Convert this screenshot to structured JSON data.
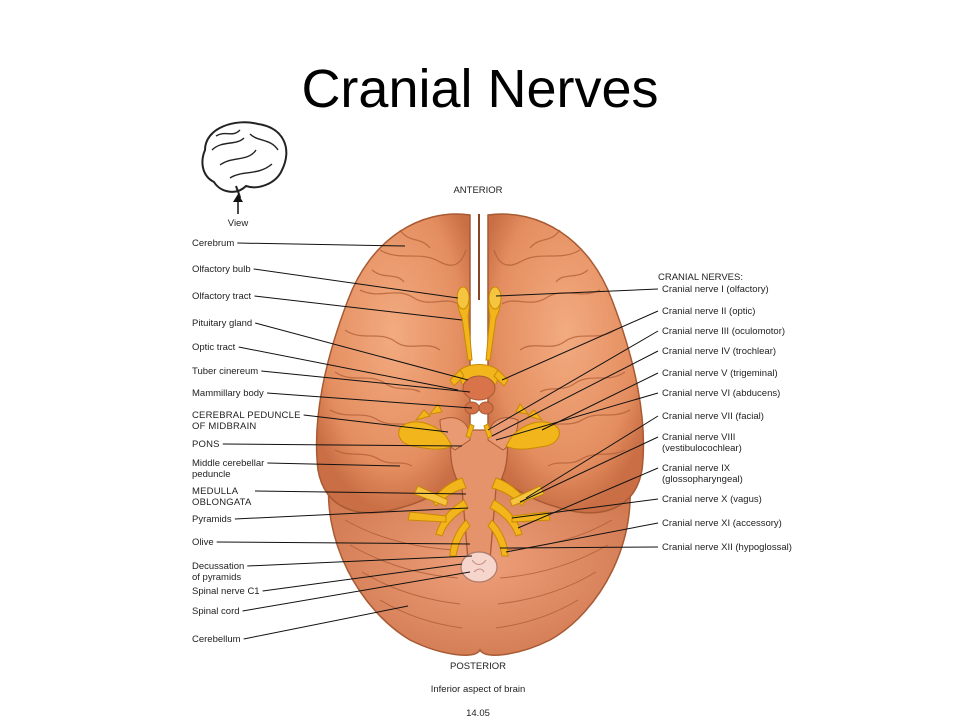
{
  "title": "Cranial Nerves",
  "header": {
    "orientation_top": "ANTERIOR",
    "orientation_bottom": "POSTERIOR"
  },
  "inset": {
    "view_label": "View"
  },
  "left_labels": [
    {
      "id": "cerebrum",
      "lines": [
        "Cerebrum"
      ]
    },
    {
      "id": "olfactory-bulb",
      "lines": [
        "Olfactory bulb"
      ]
    },
    {
      "id": "olfactory-tract",
      "lines": [
        "Olfactory tract"
      ]
    },
    {
      "id": "pituitary-gland",
      "lines": [
        "Pituitary gland"
      ]
    },
    {
      "id": "optic-tract",
      "lines": [
        "Optic tract"
      ]
    },
    {
      "id": "tuber-cinereum",
      "lines": [
        "Tuber cinereum"
      ]
    },
    {
      "id": "mammillary-body",
      "lines": [
        "Mammillary body"
      ]
    },
    {
      "id": "cerebral-peduncle",
      "lines": [
        "CEREBRAL PEDUNCLE",
        "OF MIDBRAIN"
      ]
    },
    {
      "id": "pons",
      "lines": [
        "PONS"
      ]
    },
    {
      "id": "middle-cerebellar-peduncle",
      "lines": [
        "Middle cerebellar",
        "peduncle"
      ]
    },
    {
      "id": "medulla-oblongata",
      "lines": [
        "MEDULLA",
        "OBLONGATA"
      ]
    },
    {
      "id": "pyramids",
      "lines": [
        "Pyramids"
      ]
    },
    {
      "id": "olive",
      "lines": [
        "Olive"
      ]
    },
    {
      "id": "decussation",
      "lines": [
        "Decussation",
        "of pyramids"
      ]
    },
    {
      "id": "spinal-nerve-c1",
      "lines": [
        "Spinal nerve C1"
      ]
    },
    {
      "id": "spinal-cord",
      "lines": [
        "Spinal cord"
      ]
    },
    {
      "id": "cerebellum",
      "lines": [
        "Cerebellum"
      ]
    }
  ],
  "right_heading": "CRANIAL NERVES:",
  "right_labels": [
    {
      "id": "cn-1",
      "lines": [
        "Cranial nerve I (olfactory)"
      ]
    },
    {
      "id": "cn-2",
      "lines": [
        "Cranial nerve II (optic)"
      ]
    },
    {
      "id": "cn-3",
      "lines": [
        "Cranial nerve III (oculomotor)"
      ]
    },
    {
      "id": "cn-4",
      "lines": [
        "Cranial nerve IV (trochlear)"
      ]
    },
    {
      "id": "cn-5",
      "lines": [
        "Cranial nerve V (trigeminal)"
      ]
    },
    {
      "id": "cn-6",
      "lines": [
        "Cranial nerve VI (abducens)"
      ]
    },
    {
      "id": "cn-7",
      "lines": [
        "Cranial nerve VII (facial)"
      ]
    },
    {
      "id": "cn-8",
      "lines": [
        "Cranial nerve VIII",
        "(vestibulocochlear)"
      ]
    },
    {
      "id": "cn-9",
      "lines": [
        "Cranial nerve IX",
        "(glossopharyngeal)"
      ]
    },
    {
      "id": "cn-10",
      "lines": [
        "Cranial nerve X (vagus)"
      ]
    },
    {
      "id": "cn-11",
      "lines": [
        "Cranial nerve XI (accessory)"
      ]
    },
    {
      "id": "cn-12",
      "lines": [
        "Cranial nerve XII (hypoglossal)"
      ]
    }
  ],
  "caption": {
    "text": "Inferior aspect of brain",
    "figure_number": "14.05"
  },
  "colors": {
    "brain": "#e8956a",
    "brain_dark": "#b8603a",
    "nerve": "#f2b61c",
    "nerve_dark": "#c98a00",
    "cord": "#f5d0c0"
  }
}
